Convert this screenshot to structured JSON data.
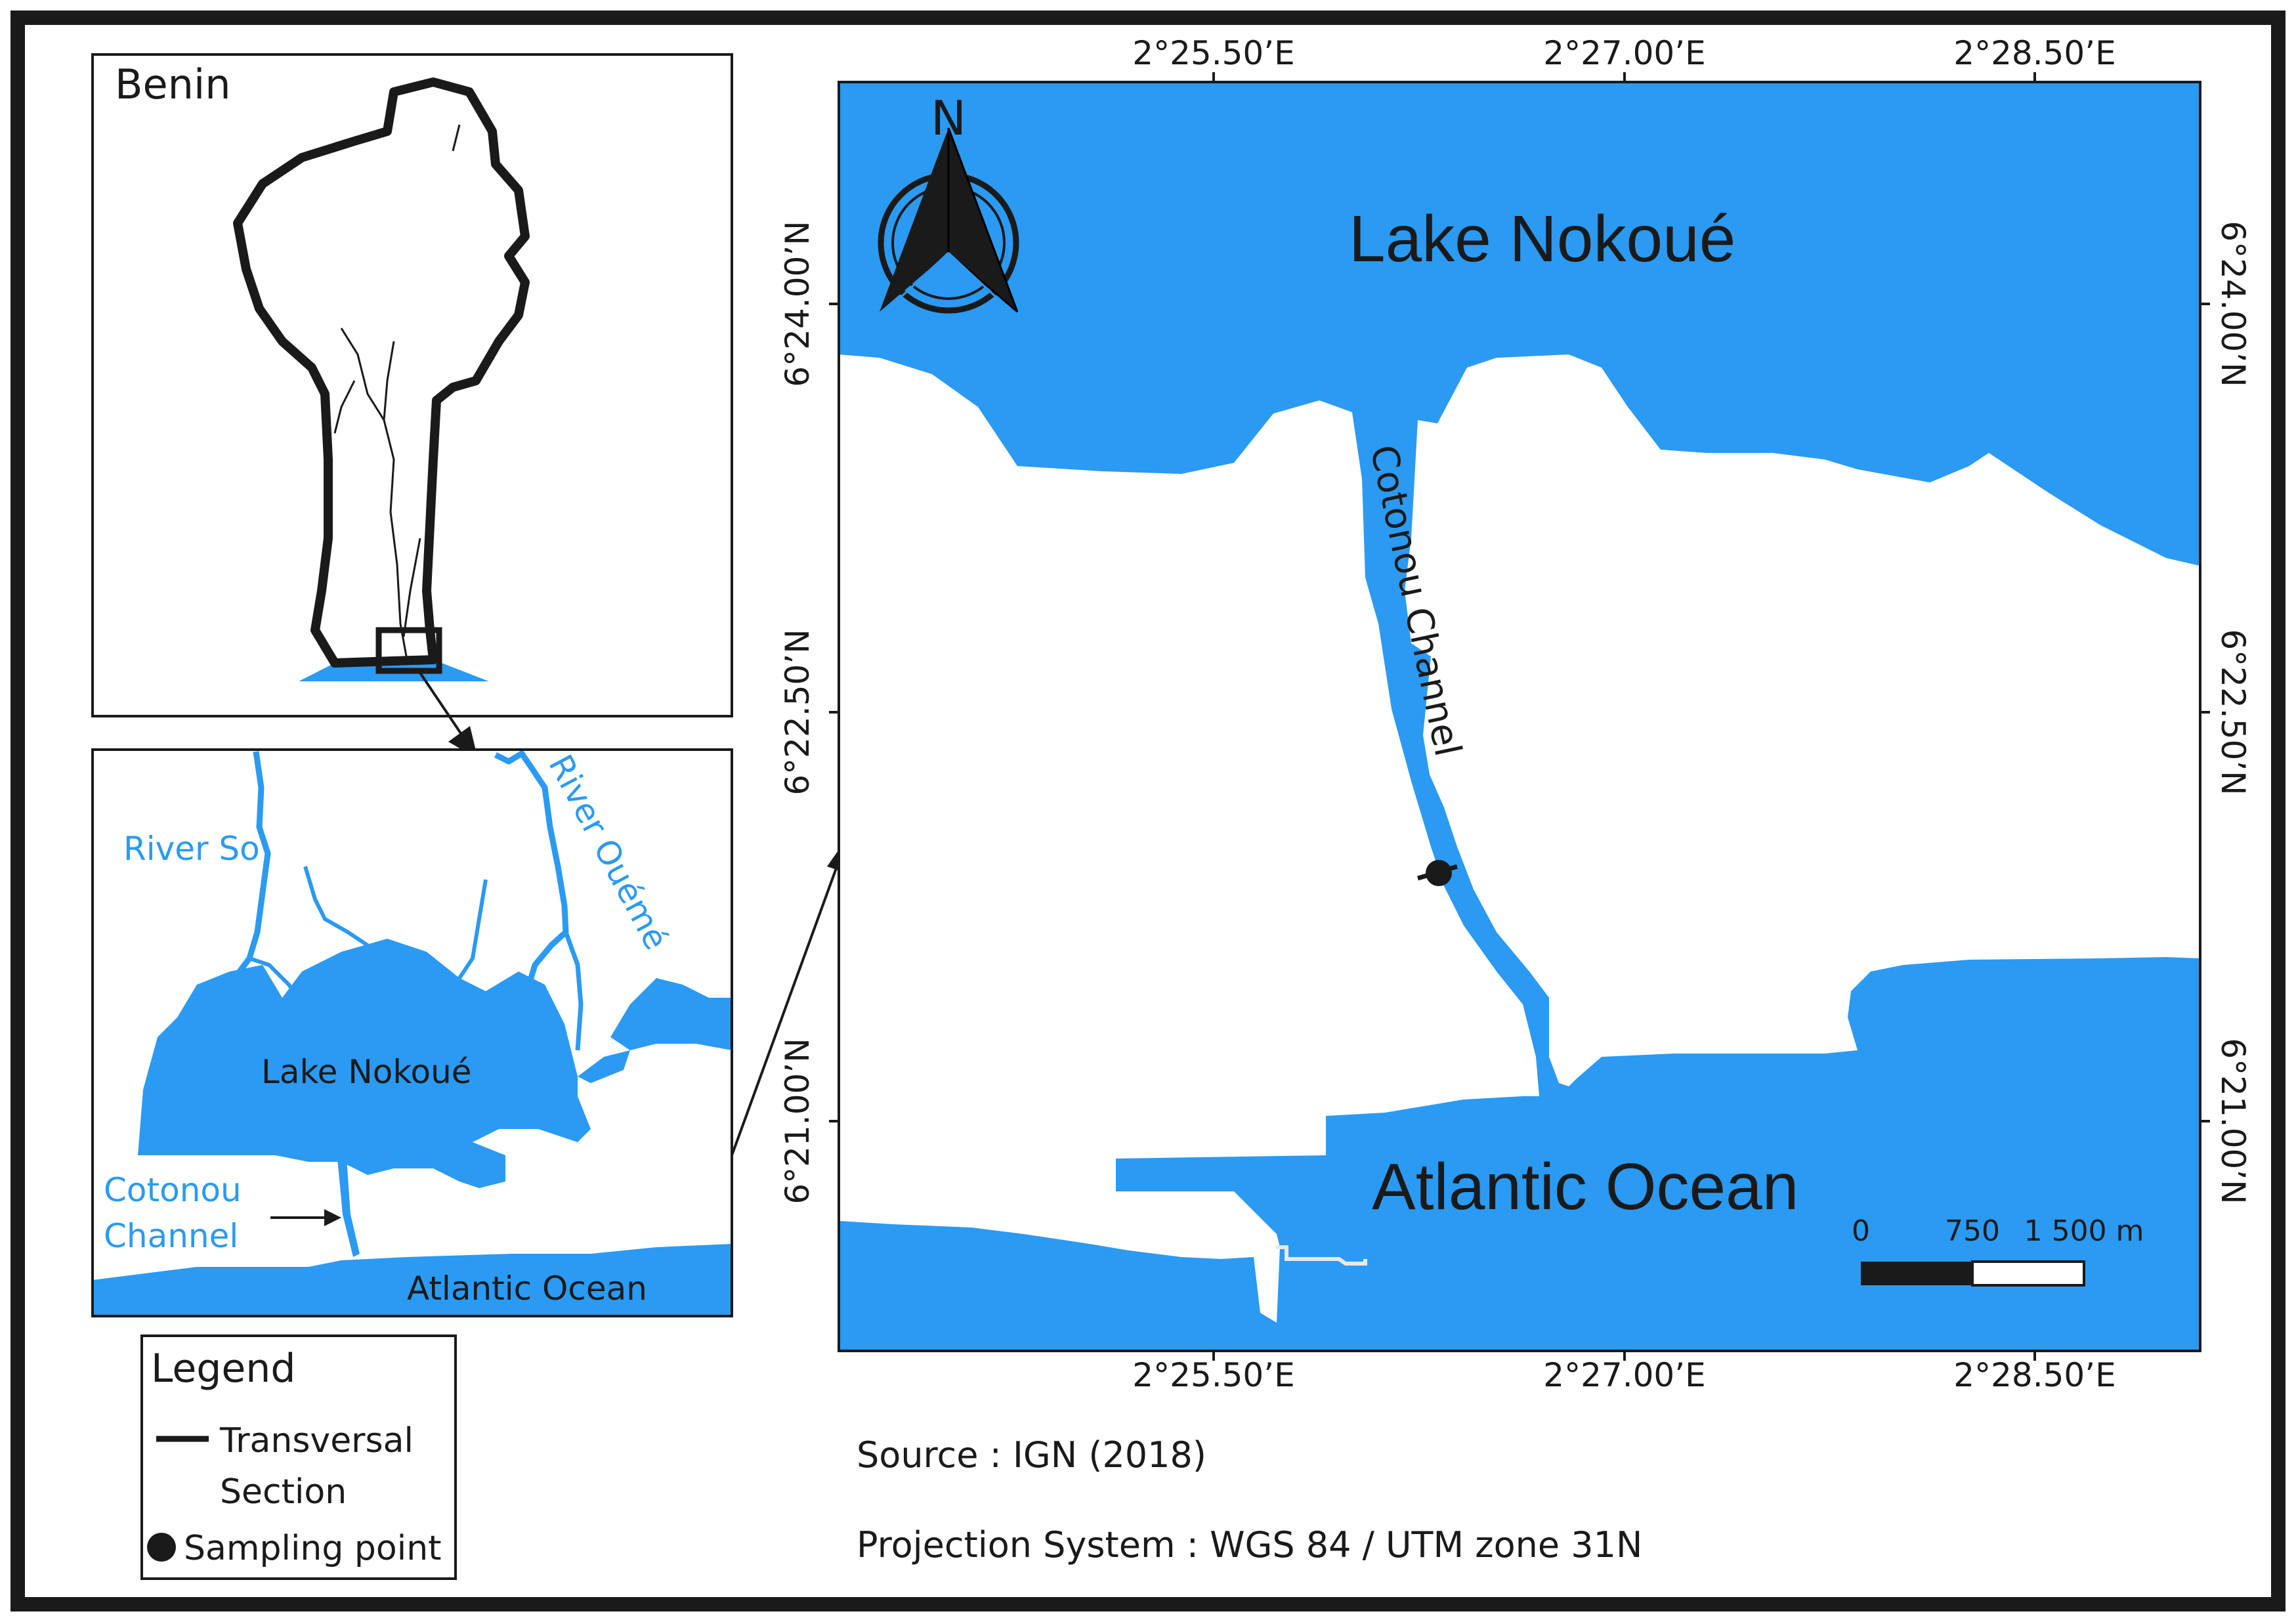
{
  "colors": {
    "water": "#2b9af3",
    "river_label": "#2b9af3",
    "land": "#ffffff",
    "ink": "#1a1a1a"
  },
  "overview": {
    "country_label": "Benin"
  },
  "inset": {
    "river_so": "River So",
    "river_oueme": "River Ouémé",
    "lake": "Lake Nokoué",
    "channel_line1": "Cotonou",
    "channel_line2": "Channel",
    "ocean": "Atlantic Ocean"
  },
  "main": {
    "lake": "Lake Nokoué",
    "channel": "Cotonou Channel",
    "ocean": "Atlantic Ocean",
    "north": "N",
    "lon_ticks": [
      "2°25.50’E",
      "2°27.00’E",
      "2°28.50’E"
    ],
    "lat_ticks": [
      "6°24.00’N",
      "6°22.50’N",
      "6°21.00’N"
    ]
  },
  "scale_bar": {
    "labels": [
      "0",
      "750",
      "1 500 m"
    ]
  },
  "legend": {
    "title": "Legend",
    "line_label_1": "Transversal",
    "line_label_2": "Section",
    "point_label": "Sampling point"
  },
  "source": {
    "text": "Source : IGN (2018)",
    "projection": "Projection System : WGS 84 / UTM zone 31N"
  }
}
